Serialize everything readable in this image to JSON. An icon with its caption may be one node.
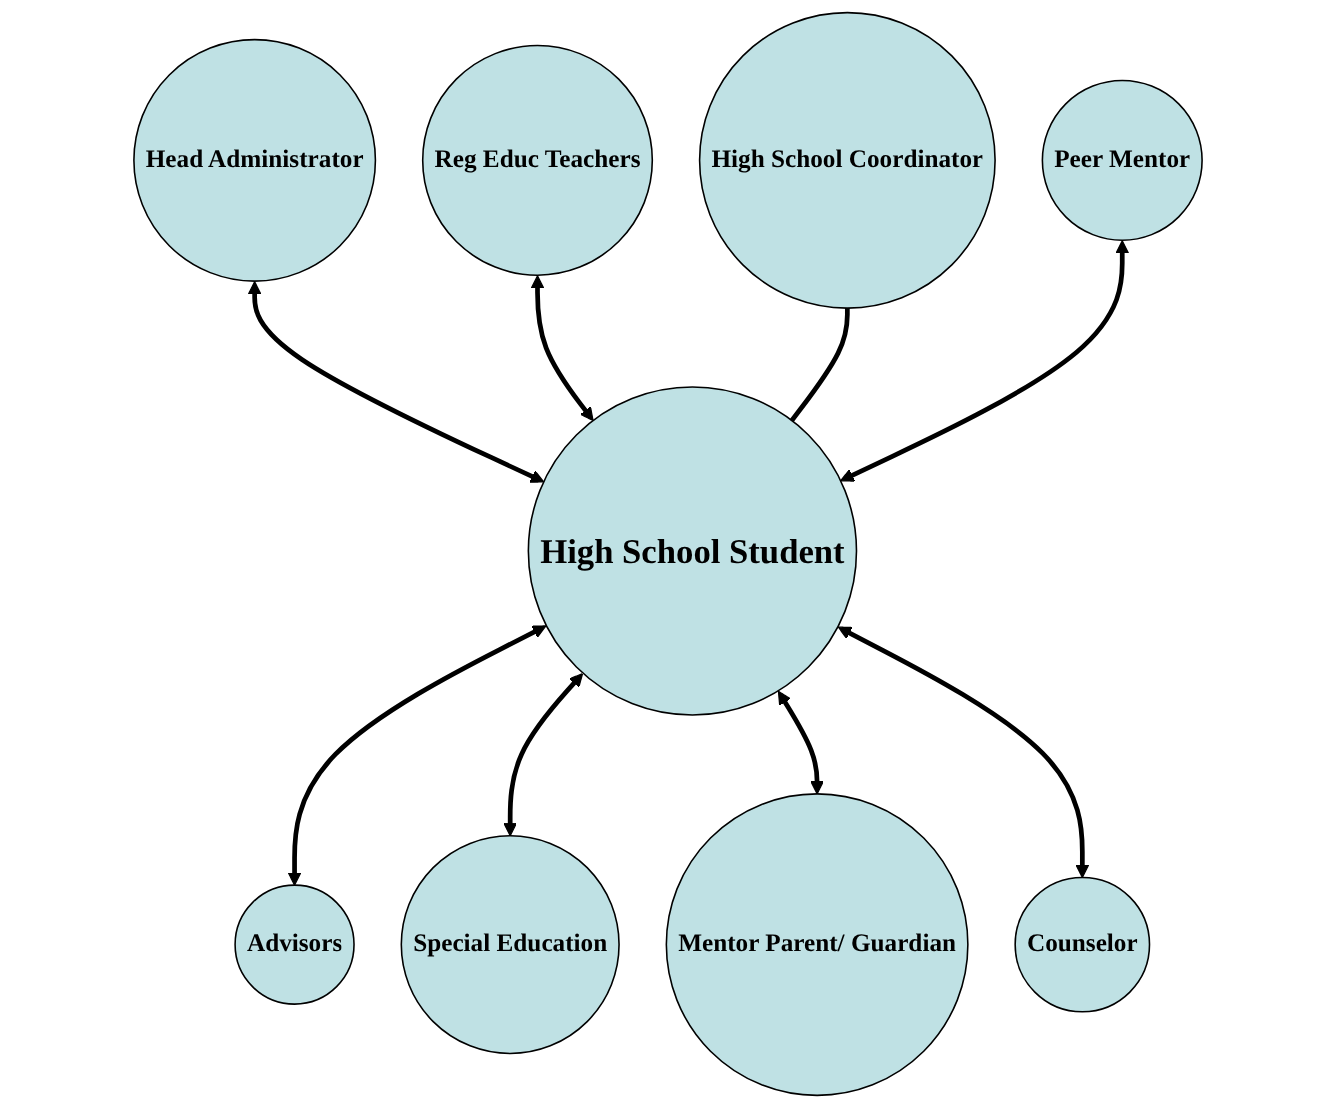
{
  "diagram": {
    "nodes": [
      {
        "text": [
          "Reg Educ Teachers"
        ]
      },
      {
        "text": [
          "Head Administrator"
        ]
      },
      {
        "text": [
          "High School Coordinator"
        ]
      },
      {
        "text": [
          "Peer Mentor"
        ]
      },
      {
        "text": [
          "High School Student"
        ]
      },
      {
        "text": [
          "Advisors"
        ]
      },
      {
        "text": [
          "Special Education"
        ]
      },
      {
        "text": [
          "Mentor Parent/ Guardian"
        ]
      },
      {
        "text": [
          "Counselor"
        ]
      }
    ],
    "edges": [
      {
        "from": 4,
        "to": 1,
        "arrow": "both"
      },
      {
        "from": 4,
        "to": 0,
        "arrow": "both"
      },
      {
        "from": 4,
        "to": 2,
        "arrow": "none"
      },
      {
        "from": 4,
        "to": 3,
        "arrow": "both"
      },
      {
        "from": 4,
        "to": 5,
        "arrow": "both"
      },
      {
        "from": 4,
        "to": 6,
        "arrow": "both"
      },
      {
        "from": 4,
        "to": 7,
        "arrow": "both"
      },
      {
        "from": 4,
        "to": 8,
        "arrow": "both"
      }
    ]
  }
}
